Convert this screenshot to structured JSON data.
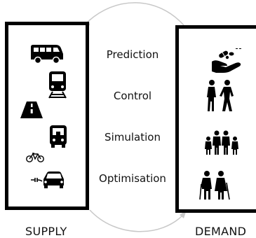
{
  "supply": {
    "label": "SUPPLY",
    "icons": [
      "minibus-icon",
      "train-icon",
      "road-icon",
      "bus-icon",
      "bicycle-icon",
      "electric-car-icon"
    ]
  },
  "demand": {
    "label": "DEMAND",
    "icons": [
      "hand-with-pills-icon",
      "walking-couple-icon",
      "family-group-icon",
      "elderly-couple-icon"
    ]
  },
  "methods": [
    "Prediction",
    "Control",
    "Simulation",
    "Optimisation"
  ],
  "colors": {
    "foreground": "#000000",
    "arrow": "#c8c8c8",
    "background": "#ffffff"
  }
}
